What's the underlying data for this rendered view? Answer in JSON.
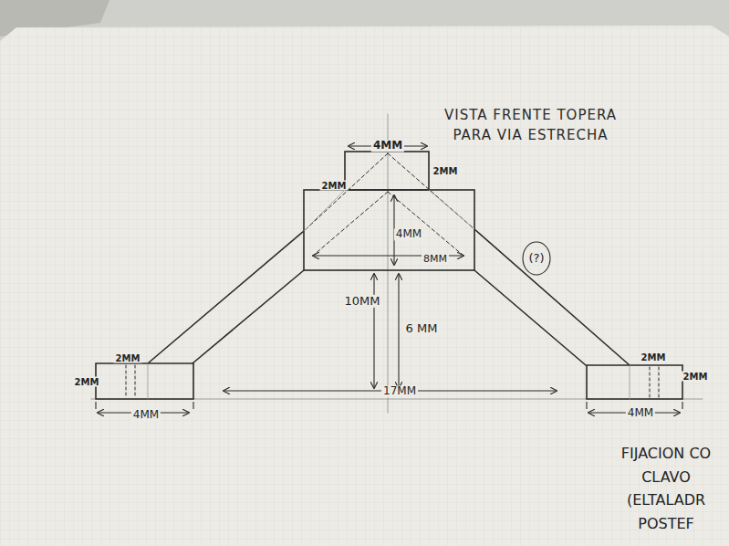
{
  "diagram": {
    "title": "VISTA FRENTE TOPERA PARA VIA ESTRECHA",
    "labels": [
      "4MM",
      "2MM",
      "2MM",
      "4MM",
      "8MM",
      "(?)",
      "10MM",
      "6 MM",
      "2MM",
      "2MM",
      "2MM",
      "2MM",
      "17MM",
      "4MM",
      "4MM",
      "FIJACION CO CLAVO (ELTALADR POSTEF"
    ]
  }
}
